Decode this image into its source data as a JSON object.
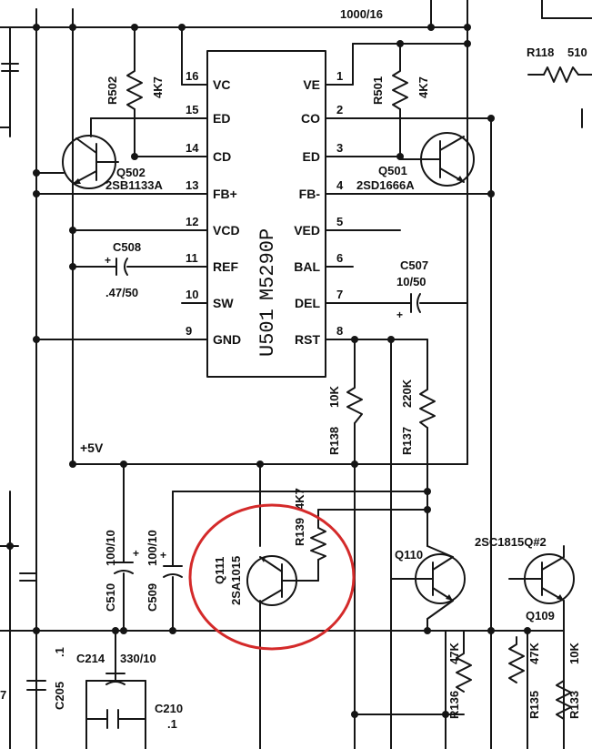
{
  "ic": {
    "ref": "U501",
    "part": "M5290P",
    "left_pins": [
      {
        "num": "16",
        "name": "VC"
      },
      {
        "num": "15",
        "name": "ED"
      },
      {
        "num": "14",
        "name": "CD"
      },
      {
        "num": "13",
        "name": "FB+"
      },
      {
        "num": "12",
        "name": "VCD"
      },
      {
        "num": "11",
        "name": "REF"
      },
      {
        "num": "10",
        "name": "SW"
      },
      {
        "num": "9",
        "name": "GND"
      }
    ],
    "right_pins": [
      {
        "num": "1",
        "name": "VE"
      },
      {
        "num": "2",
        "name": "CO"
      },
      {
        "num": "3",
        "name": "ED"
      },
      {
        "num": "4",
        "name": "FB-"
      },
      {
        "num": "5",
        "name": "VED"
      },
      {
        "num": "6",
        "name": "BAL"
      },
      {
        "num": "7",
        "name": "DEL"
      },
      {
        "num": "8",
        "name": "RST"
      }
    ]
  },
  "labels": {
    "top_cap": "1000/16",
    "r118": "R118",
    "r118_val": "510",
    "r502": "R502",
    "r502_val": "4K7",
    "r501": "R501",
    "r501_val": "4K7",
    "q502": "Q502",
    "q502_part": "2SB1133A",
    "q501": "Q501",
    "q501_part": "2SD1666A",
    "c508": "C508",
    "c508_val": ".47/50",
    "c507": "C507",
    "c507_val": "10/50",
    "r138": "R138",
    "r138_val": "10K",
    "r137": "R137",
    "r137_val": "220K",
    "supply": "+5V",
    "c510": "C510",
    "c510_val": "100/10",
    "c509": "C509",
    "c509_val": "100/10",
    "q111": "Q111",
    "q111_part": "2SA1015",
    "r139": "R139",
    "r139_val": "4K7",
    "q110": "Q110",
    "q109": "Q109",
    "q109_part": "2SC1815Q#2",
    "c214": "C214",
    "c214_val": "330/10",
    "c210": "C210",
    "c210_val": ".1",
    "c205": "C205",
    "c205_val": ".1",
    "r136": "R136",
    "r136_val": "47K",
    "r135": "R135",
    "r135_val": "47K",
    "r133": "R133",
    "r133_val": "10K",
    "left_edge_7": "7"
  },
  "highlight": {
    "color": "#d42a2a",
    "target": "Q111"
  },
  "colors": {
    "ink": "#151515",
    "paper": "#ffffff"
  }
}
